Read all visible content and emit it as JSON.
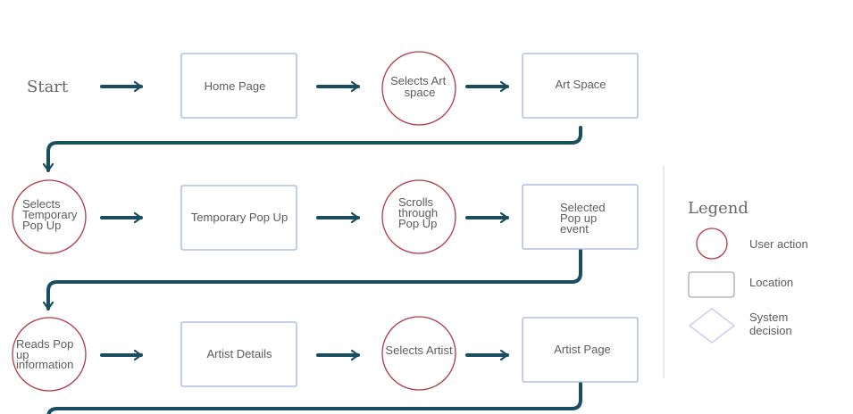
{
  "colors": {
    "arrow": "#184e5f",
    "location_border": "#9fb2e0",
    "action_border": "#b03a48",
    "decision_border": "#c9c4f0",
    "text": "#5c5c5c",
    "divider": "#d6d6d6"
  },
  "start_label": "Start",
  "nodes": {
    "home_page": [
      "Home Page"
    ],
    "selects_art_space": [
      "Selects Art",
      "space"
    ],
    "art_space": [
      "Art Space"
    ],
    "selects_temporary_pop_up": [
      "Selects",
      "Temporary",
      "Pop Up"
    ],
    "temporary_pop_up": [
      "Temporary Pop Up"
    ],
    "scrolls_through_pop_up": [
      "Scrolls",
      "through",
      "Pop Up"
    ],
    "selected_pop_up_event": [
      "Selected",
      "Pop up",
      "event"
    ],
    "reads_pop_up_information": [
      "Reads Pop",
      "up",
      "information"
    ],
    "artist_details": [
      "Artist Details"
    ],
    "selects_artist": [
      "Selects Artist"
    ],
    "artist_page": [
      "Artist Page"
    ]
  },
  "legend": {
    "title": "Legend",
    "items": [
      {
        "shape": "circle",
        "lines": [
          "User action"
        ]
      },
      {
        "shape": "rect",
        "lines": [
          "Location"
        ]
      },
      {
        "shape": "diamond",
        "lines": [
          "System",
          "decision"
        ]
      }
    ]
  }
}
